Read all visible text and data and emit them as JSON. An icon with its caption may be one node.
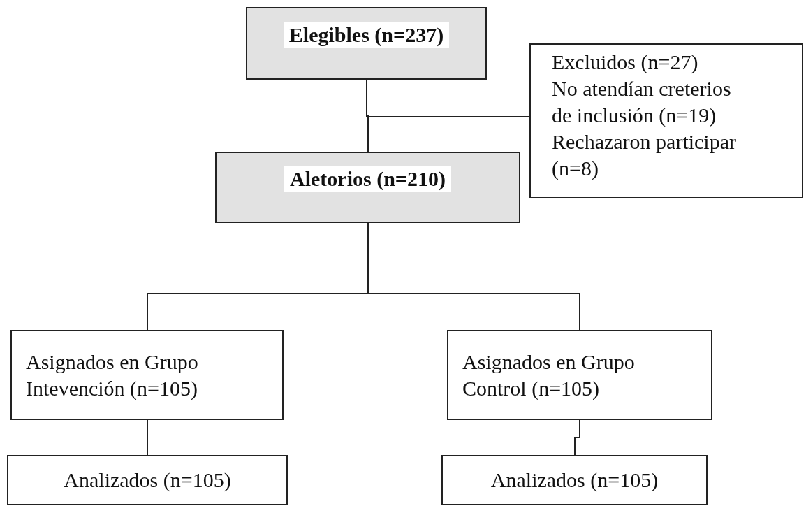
{
  "diagram": {
    "nodes": [
      {
        "text": [
          "Elegibles (n=237)"
        ]
      },
      {
        "text": [
          "Excluidos (n=27)",
          "No atendían creterios de inclusión (n=19)",
          "Rechazaron participar (n=8)"
        ]
      },
      {
        "text": [
          "Aletorios (n=210)"
        ]
      },
      {
        "text": [
          "Asignados en Grupo Intevención (n=105)"
        ]
      },
      {
        "text": [
          "Asignados en Grupo Control (n=105)"
        ]
      },
      {
        "text": [
          "Analizados (n=105)"
        ]
      },
      {
        "text": [
          "Analizados (n=105)"
        ]
      }
    ],
    "edges": [
      {
        "from": 0,
        "to": 2,
        "arrow": "none"
      },
      {
        "from": 0,
        "to": 1,
        "arrow": "none"
      },
      {
        "from": 2,
        "to": 3,
        "arrow": "none"
      },
      {
        "from": 2,
        "to": 4,
        "arrow": "none"
      },
      {
        "from": 3,
        "to": 5,
        "arrow": "none"
      },
      {
        "from": 4,
        "to": 6,
        "arrow": "none"
      }
    ]
  }
}
